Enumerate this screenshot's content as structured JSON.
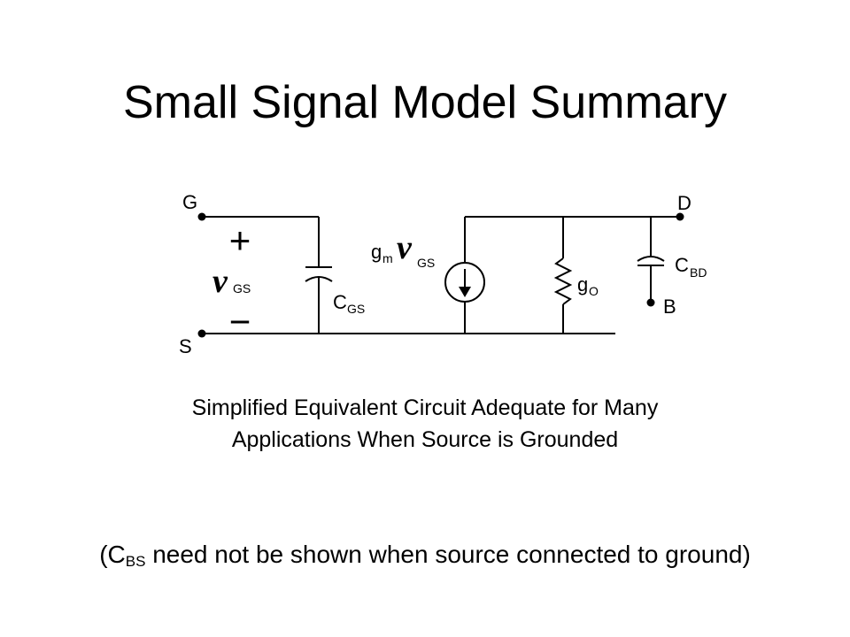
{
  "slide": {
    "title": "Small Signal Model Summary"
  },
  "circuit": {
    "nodes": {
      "gate": "G",
      "source": "S",
      "drain": "D",
      "bulk": "B"
    },
    "polarity": {
      "plus": "+",
      "minus": "−"
    },
    "vgs": {
      "symbol": "v",
      "subscript": "GS"
    },
    "cgs": {
      "base": "C",
      "subscript": "GS"
    },
    "gm_source": {
      "gain_base": "g",
      "gain_subscript": "m",
      "var_symbol": "v",
      "var_subscript": "GS"
    },
    "go": {
      "base": "g",
      "subscript": "O"
    },
    "cbd": {
      "base": "C",
      "subscript": "BD"
    }
  },
  "caption": {
    "line1": "Simplified Equivalent Circuit Adequate for Many",
    "line2": "Applications When Source is Grounded"
  },
  "note": {
    "open": "(C",
    "subscript": "BS",
    "rest": " need not be shown when source connected to ground)"
  }
}
